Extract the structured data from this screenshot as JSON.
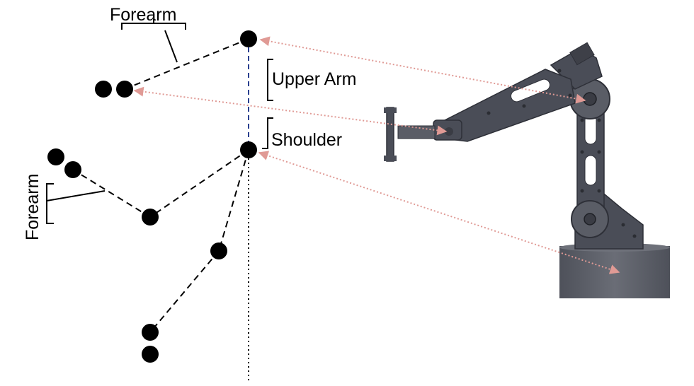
{
  "labels": {
    "forearm_top": "Forearm",
    "upper_arm": "Upper Arm",
    "shoulder": "Shoulder",
    "forearm_left": "Forearm"
  },
  "icons": {
    "joint": "filled-circle",
    "robot": "robot-arm-illustration"
  },
  "colors": {
    "joint": "#000000",
    "link_line": "#000000",
    "upper_arm_line": "#2a3f8f",
    "pointer_arrow": "#e0a0a0",
    "robot_body": "#4a4d57",
    "robot_base": "#5a5d66"
  }
}
